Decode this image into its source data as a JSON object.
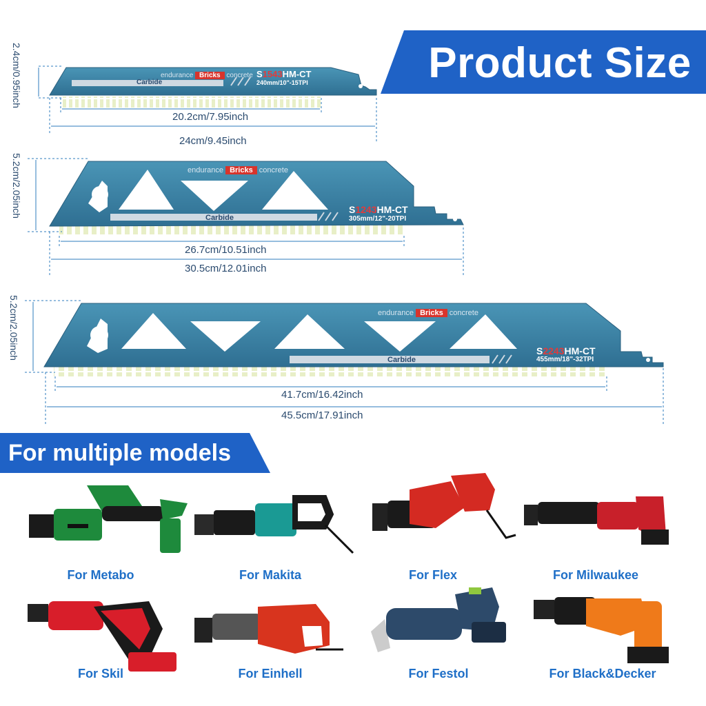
{
  "header": {
    "title": "Product Size"
  },
  "blades": [
    {
      "code_prefix": "S",
      "code_mid": "1543",
      "code_suffix": "HM-CT",
      "spec": "240mm/10\"-15TPI",
      "endurance": "endurance",
      "material": "Bricks",
      "concrete": "concrete",
      "carbide": "Carbide",
      "height": "2.4cm/0.95inch",
      "working_length": "20.2cm/7.95inch",
      "total_length": "24cm/9.45inch"
    },
    {
      "code_prefix": "S",
      "code_mid": "1243",
      "code_suffix": "HM-CT",
      "spec": "305mm/12\"-20TPI",
      "endurance": "endurance",
      "material": "Bricks",
      "concrete": "concrete",
      "carbide": "Carbide",
      "height": "5.2cm/2.05inch",
      "working_length": "26.7cm/10.51inch",
      "total_length": "30.5cm/12.01inch"
    },
    {
      "code_prefix": "S",
      "code_mid": "2243",
      "code_suffix": "HM-CT",
      "spec": "455mm/18\"-32TPI",
      "endurance": "endurance",
      "material": "Bricks",
      "concrete": "concrete",
      "carbide": "Carbide",
      "height": "5.2cm/2.05inch",
      "working_length": "41.7cm/16.42inch",
      "total_length": "45.5cm/17.91inch"
    }
  ],
  "models_section": {
    "title": "For multiple models"
  },
  "models": [
    {
      "label": "For Metabo",
      "color": "#1e8a3c"
    },
    {
      "label": "For Makita",
      "color": "#1a9a94"
    },
    {
      "label": "For Flex",
      "color": "#d42a22"
    },
    {
      "label": "For Milwaukee",
      "color": "#c8202a"
    },
    {
      "label": "For Skil",
      "color": "#d81e2a"
    },
    {
      "label": "For Einhell",
      "color": "#d8341e"
    },
    {
      "label": "For Festol",
      "color": "#2d4a6a"
    },
    {
      "label": "For Black&Decker",
      "color": "#ef7a1a"
    }
  ],
  "colors": {
    "brand_blue": "#1f62c6",
    "blade_blue": "#3d86a8",
    "label_blue": "#1f6fc7"
  }
}
